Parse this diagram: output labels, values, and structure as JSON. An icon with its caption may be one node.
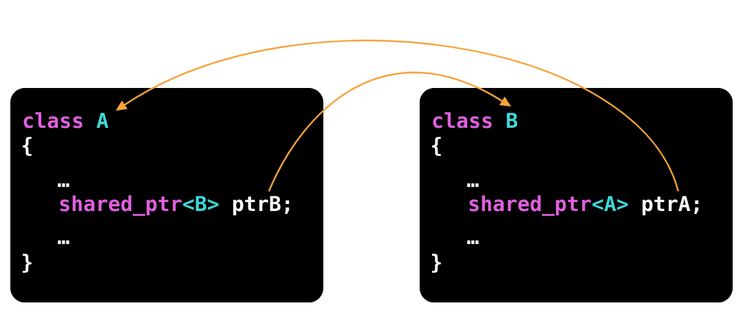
{
  "diagram": {
    "nodes": [
      {
        "text": [
          "{",
          "…",
          "…",
          "}"
        ]
      },
      {
        "text": [
          "class",
          "A"
        ],
        "in": 0
      },
      {
        "text": [
          "shared_ptr",
          "<B>",
          "ptrB;"
        ],
        "in": 0
      },
      {
        "text": [
          "{",
          "…",
          "…",
          "}"
        ]
      },
      {
        "text": [
          "class",
          "B"
        ],
        "in": 3
      },
      {
        "text": [
          "shared_ptr",
          "<A>",
          "ptrA;"
        ],
        "in": 3
      }
    ],
    "edges": [
      {
        "from": 2,
        "to": 4,
        "arrow": "to",
        "color": "#f5a33c"
      },
      {
        "from": 5,
        "to": 1,
        "arrow": "to",
        "color": "#f5a33c"
      }
    ]
  }
}
